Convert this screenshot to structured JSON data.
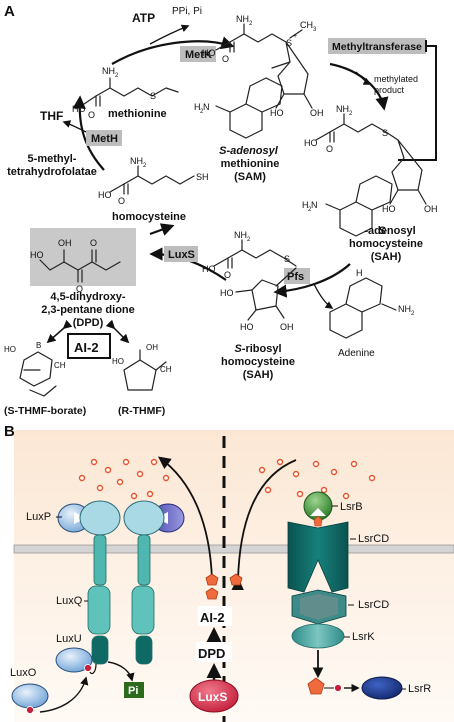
{
  "panel_a": {
    "label": "A",
    "atp": "ATP",
    "ppi_pi": "PPi, Pi",
    "metk": "MetK",
    "methyltransferase": "Methyltransferase",
    "methylated_product": "methylated\nproduct",
    "thf": "THF",
    "meth": "MetH",
    "methyl_thf": "5-methyl-\ntetrahydrofolatae",
    "methionine": "methionine",
    "sam": "S-adenosyl\nmethionine\n(SAM)",
    "sah1": "S-adenosyl\nhomocysteine\n(SAH)",
    "homocysteine": "homocysteine",
    "luxs": "LuxS",
    "pfs": "Pfs",
    "dpd": "4,5-dihydroxy-\n2,3-pentane dione\n(DPD)",
    "ai2": "AI-2",
    "s_thmf": "(S-THMF-borate)",
    "r_thmf": "(R-THMF)",
    "srh": "S-ribosyl\nhomocysteine\n(SAH)",
    "adenine": "Adenine"
  },
  "panel_b": {
    "label": "B",
    "luxp": "LuxP",
    "luxq": "LuxQ",
    "luxu": "LuxU",
    "luxo": "LuxO",
    "pi": "Pi",
    "ai2": "AI-2",
    "dpd": "DPD",
    "luxs": "LuxS",
    "lsrb": "LsrB",
    "lsrcd1": "LsrCD",
    "lsrcd2": "LsrCD",
    "lsrk": "LsrK",
    "lsrr": "LsrR"
  },
  "colors": {
    "enzyme_box": "#bdbdbd",
    "luxs": "#d62b45",
    "lsr_teal": "#0e6a66",
    "lsr_light": "#4aa3a0",
    "luxp_blue": "#8fb8e0",
    "luxo_blue": "#9cc4ea",
    "lsrr_blue": "#1e3c8c",
    "lsrb_green": "#3f9a3d",
    "pentagon": "#e8542a",
    "pi_green": "#2c6b1e",
    "membrane": "#c8c8c8",
    "bg_b": "#fbe4cf"
  }
}
